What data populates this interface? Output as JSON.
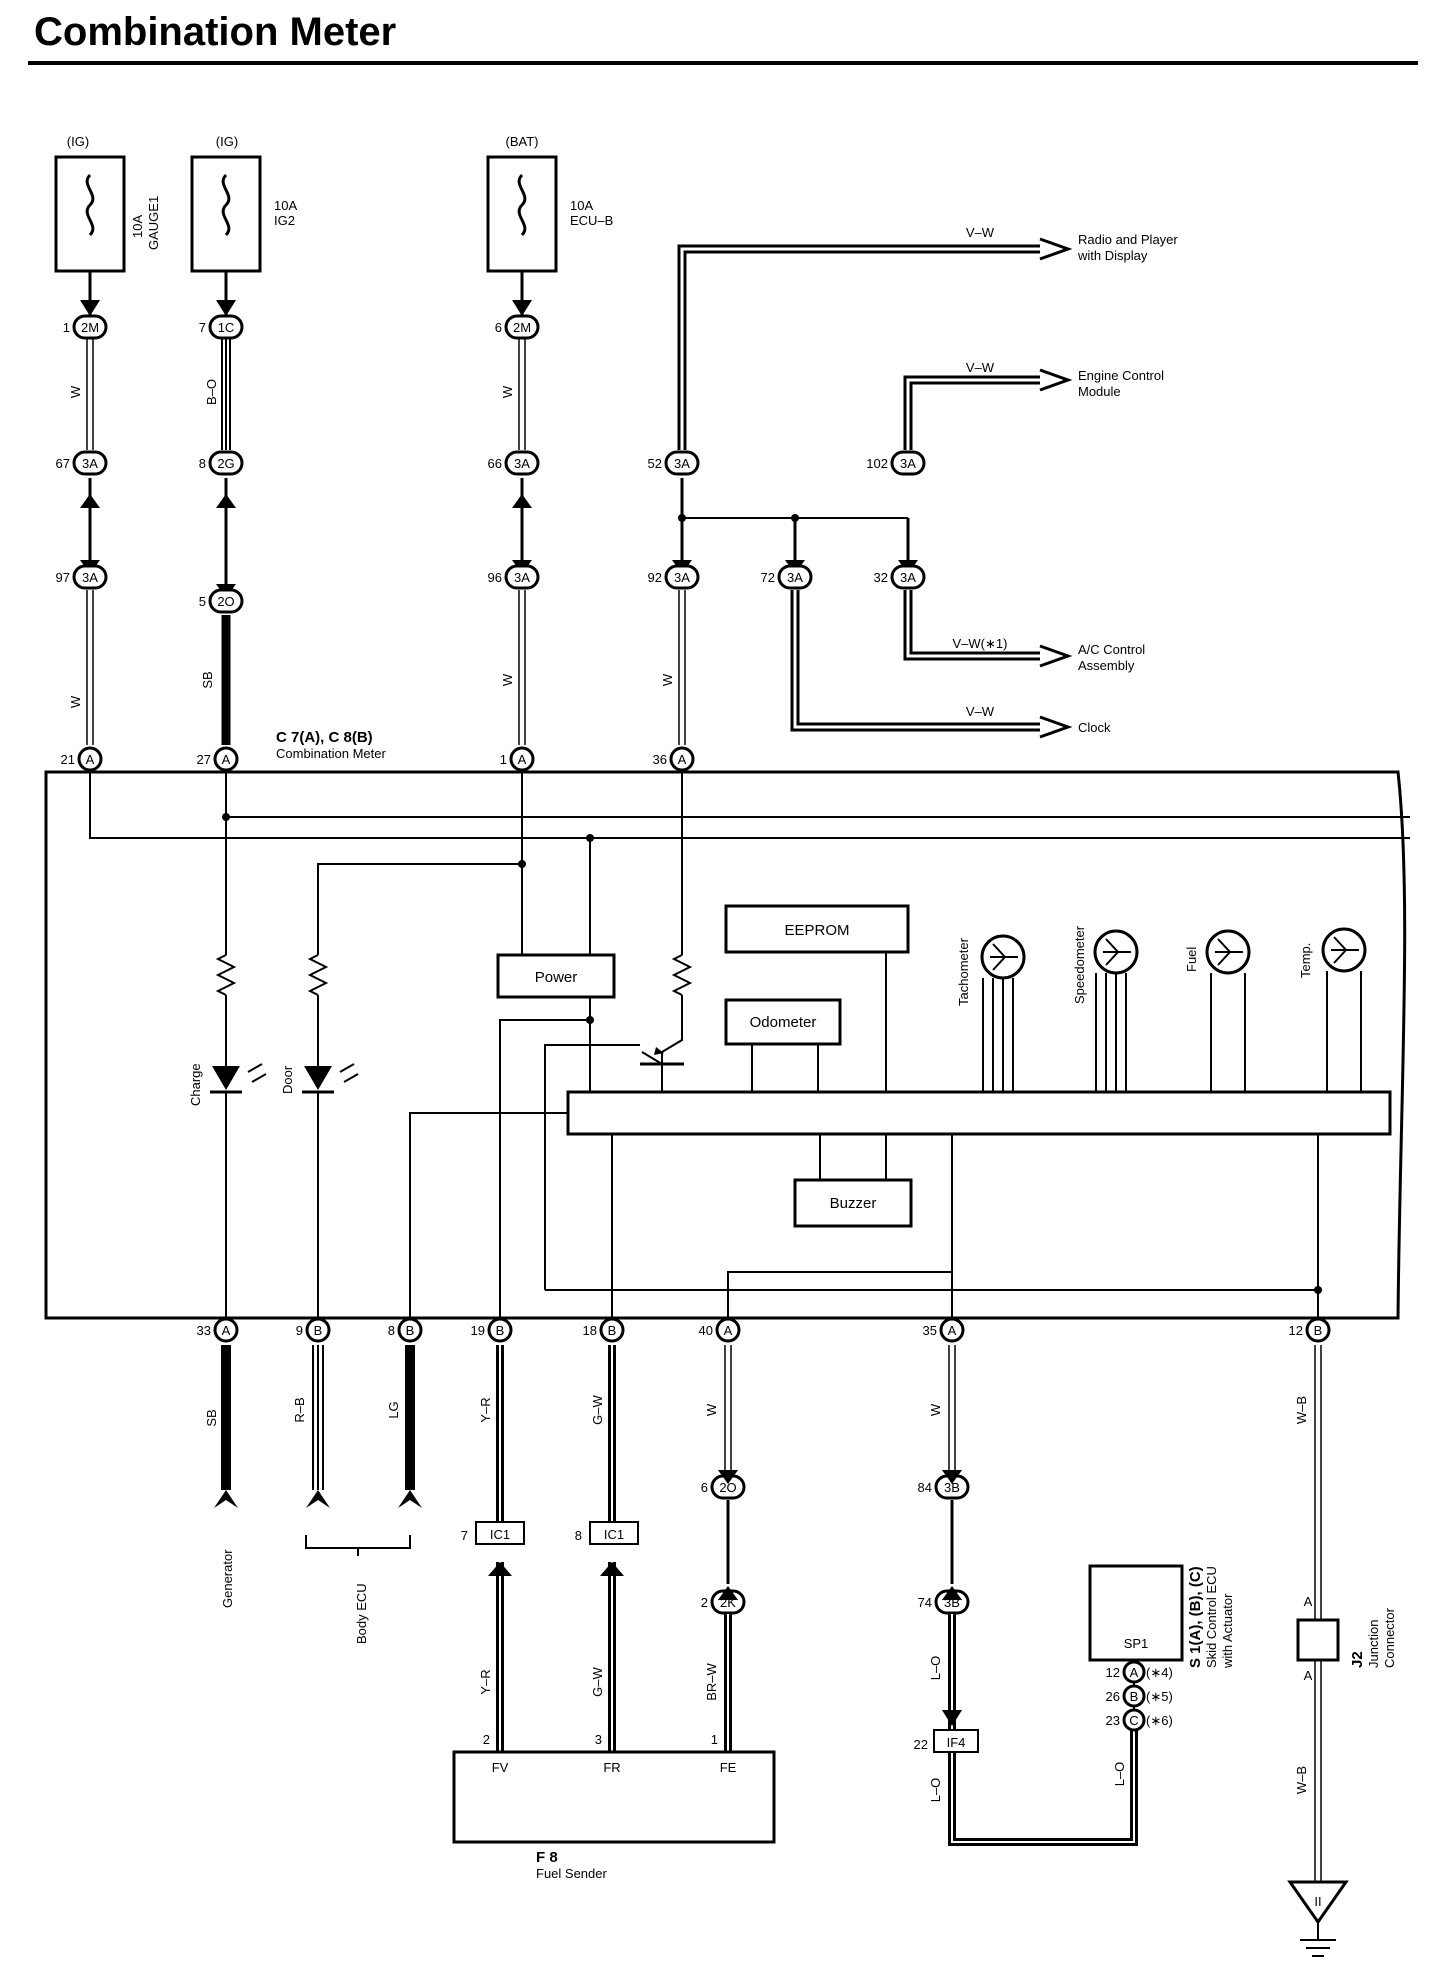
{
  "title": "Combination Meter",
  "fuses": [
    {
      "supply": "(IG)",
      "rating": "10A",
      "name": "GAUGE1"
    },
    {
      "supply": "(IG)",
      "rating": "10A",
      "name": "IG2"
    },
    {
      "supply": "(BAT)",
      "rating": "10A",
      "name": "ECU–B"
    }
  ],
  "connectors": [
    {
      "pin": "1",
      "id": "2M"
    },
    {
      "pin": "7",
      "id": "1C"
    },
    {
      "pin": "6",
      "id": "2M"
    },
    {
      "pin": "67",
      "id": "3A"
    },
    {
      "pin": "8",
      "id": "2G"
    },
    {
      "pin": "66",
      "id": "3A"
    },
    {
      "pin": "52",
      "id": "3A"
    },
    {
      "pin": "102",
      "id": "3A"
    },
    {
      "pin": "97",
      "id": "3A"
    },
    {
      "pin": "5",
      "id": "2O"
    },
    {
      "pin": "96",
      "id": "3A"
    },
    {
      "pin": "92",
      "id": "3A"
    },
    {
      "pin": "72",
      "id": "3A"
    },
    {
      "pin": "32",
      "id": "3A"
    },
    {
      "pin": "6",
      "id": "2O"
    },
    {
      "pin": "84",
      "id": "3B"
    },
    {
      "pin": "2",
      "id": "2K"
    },
    {
      "pin": "74",
      "id": "3B"
    }
  ],
  "wire_colors_top": [
    "W",
    "B–O",
    "W",
    "W",
    "SB",
    "W",
    "W"
  ],
  "destinations": [
    {
      "wire": "V–W",
      "line1": "Radio and Player",
      "line2": "with Display"
    },
    {
      "wire": "V–W",
      "line1": "Engine Control",
      "line2": "Module"
    },
    {
      "wire": "V–W(∗1)",
      "line1": "A/C Control",
      "line2": "Assembly"
    },
    {
      "wire": "V–W",
      "line1": "Clock",
      "line2": ""
    }
  ],
  "meter": {
    "label1": "C 7(A), C 8(B)",
    "label2": "Combination Meter",
    "top_pins": [
      {
        "pin": "21",
        "c": "A"
      },
      {
        "pin": "27",
        "c": "A"
      },
      {
        "pin": "1",
        "c": "A"
      },
      {
        "pin": "36",
        "c": "A"
      }
    ],
    "bottom_pins": [
      {
        "pin": "33",
        "c": "A"
      },
      {
        "pin": "9",
        "c": "B"
      },
      {
        "pin": "8",
        "c": "B"
      },
      {
        "pin": "19",
        "c": "B"
      },
      {
        "pin": "18",
        "c": "B"
      },
      {
        "pin": "40",
        "c": "A"
      },
      {
        "pin": "35",
        "c": "A"
      },
      {
        "pin": "12",
        "c": "B"
      }
    ],
    "blocks": {
      "power": "Power",
      "eeprom": "EEPROM",
      "odometer": "Odometer",
      "buzzer": "Buzzer"
    },
    "lamps": [
      "Charge",
      "Door"
    ],
    "gauges": [
      "Tachometer",
      "Speedometer",
      "Fuel",
      "Temp."
    ]
  },
  "wire_colors_bottom": [
    "SB",
    "R–B",
    "LG",
    "Y–R",
    "G–W",
    "W",
    "W",
    "W–B"
  ],
  "lower": {
    "generator": "Generator",
    "body_ecu": "Body ECU",
    "ic1": [
      {
        "pin": "7",
        "id": "IC1"
      },
      {
        "pin": "8",
        "id": "IC1"
      }
    ],
    "ic1_wires": [
      "Y–R",
      "G–W",
      "BR–W"
    ],
    "fuel_sender": {
      "pins": [
        "2",
        "3",
        "1"
      ],
      "terms": [
        "FV",
        "FR",
        "FE"
      ],
      "id": "F 8",
      "name": "Fuel Sender"
    },
    "if4": {
      "pin": "22",
      "id": "IF4",
      "wire": "L–O",
      "wire2": "L–O",
      "wire3": "L–O"
    },
    "skid": {
      "box": "SP1",
      "id": "S 1(A), (B), (C)",
      "line1": "Skid Control ECU",
      "line2": "with Actuator",
      "pins": [
        {
          "pin": "12",
          "c": "A",
          "note": "(∗4)"
        },
        {
          "pin": "26",
          "c": "B",
          "note": "(∗5)"
        },
        {
          "pin": "23",
          "c": "C",
          "note": "(∗6)"
        }
      ],
      "wire": "L–O"
    },
    "junction": {
      "id": "J2",
      "line1": "Junction",
      "line2": "Connector",
      "a": "A",
      "wire_top": "W–B",
      "wire_bottom": "W–B",
      "ground": "II"
    }
  }
}
